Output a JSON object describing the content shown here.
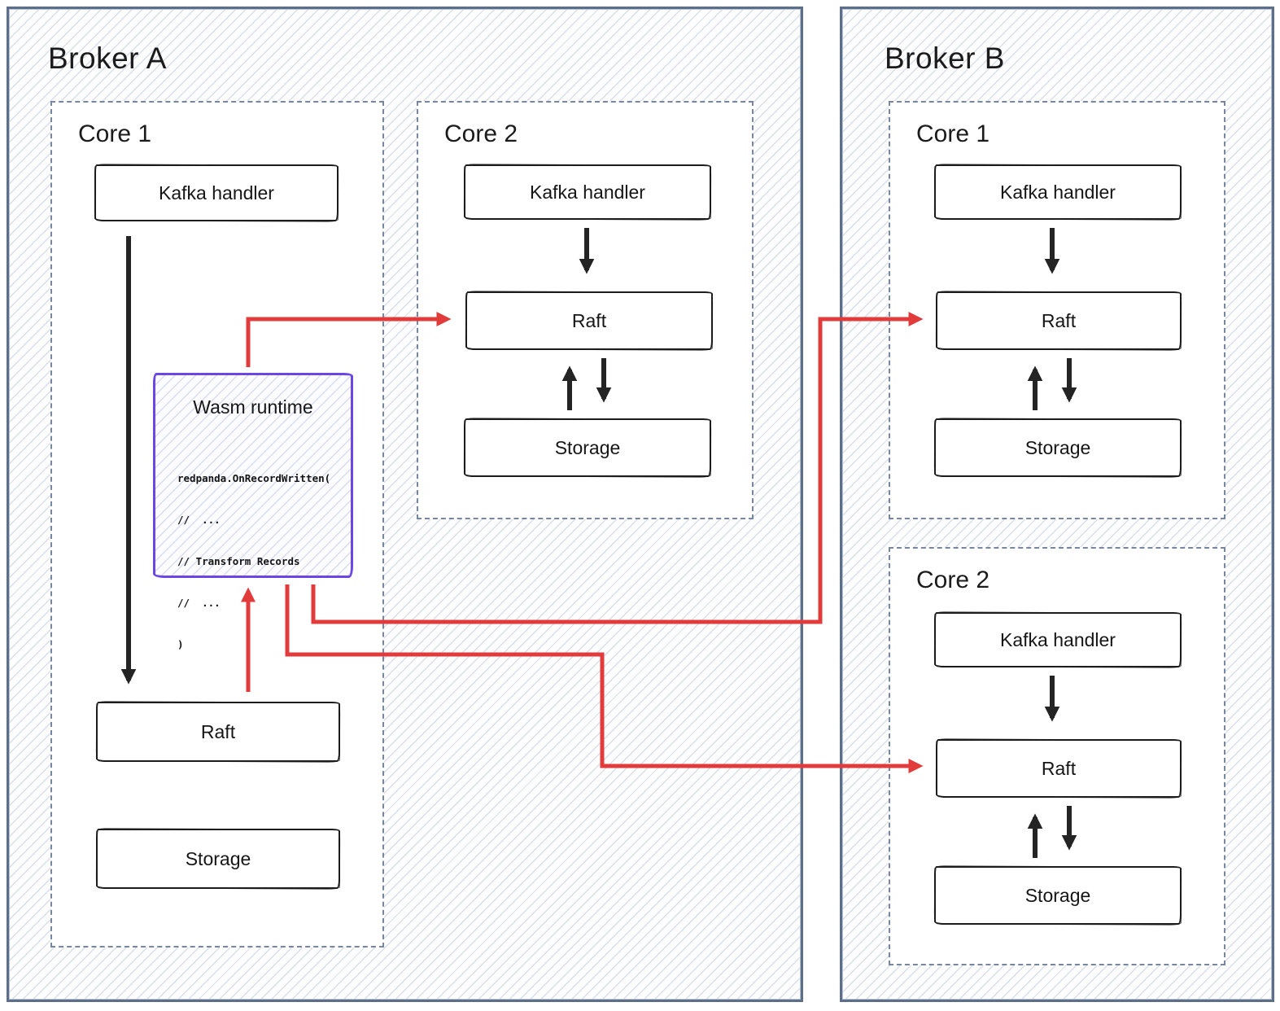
{
  "colors": {
    "accent_red": "#e23b3b",
    "wasm_purple": "#6c47e5",
    "broker_border": "#5d6e88",
    "core_border_dashed": "#76879f",
    "box_border": "#1c1c1c",
    "hatch_line": "#cdd6e4"
  },
  "broker_a": {
    "title": "Broker A",
    "core1": {
      "title": "Core 1",
      "kafka_label": "Kafka handler",
      "raft_label": "Raft",
      "storage_label": "Storage",
      "wasm": {
        "title": "Wasm runtime",
        "code_lines": [
          "redpanda.OnRecordWritten(",
          "//  ...",
          "// Transform Records",
          "//  ...",
          ")"
        ]
      }
    },
    "core2": {
      "title": "Core 2",
      "kafka_label": "Kafka handler",
      "raft_label": "Raft",
      "storage_label": "Storage"
    }
  },
  "broker_b": {
    "title": "Broker B",
    "core1": {
      "title": "Core 1",
      "kafka_label": "Kafka handler",
      "raft_label": "Raft",
      "storage_label": "Storage"
    },
    "core2": {
      "title": "Core 2",
      "kafka_label": "Kafka handler",
      "raft_label": "Raft",
      "storage_label": "Storage"
    }
  },
  "connections": [
    {
      "from": "broker_a.core1.kafka",
      "to": "broker_a.core1.raft",
      "color": "black"
    },
    {
      "from": "broker_a.core1.raft",
      "to": "broker_a.core1.wasm",
      "color": "red"
    },
    {
      "from": "broker_a.core1.wasm",
      "to": "broker_a.core2.raft",
      "color": "red"
    },
    {
      "from": "broker_a.core1.wasm",
      "to": "broker_b.core1.raft",
      "color": "red"
    },
    {
      "from": "broker_a.core1.wasm",
      "to": "broker_b.core2.raft",
      "color": "red"
    },
    {
      "from": "broker_a.core2.kafka",
      "to": "broker_a.core2.raft",
      "color": "black"
    },
    {
      "from": "broker_a.core2.raft",
      "to": "broker_a.core2.storage",
      "color": "black",
      "bidirectional": true
    },
    {
      "from": "broker_b.core1.kafka",
      "to": "broker_b.core1.raft",
      "color": "black"
    },
    {
      "from": "broker_b.core1.raft",
      "to": "broker_b.core1.storage",
      "color": "black",
      "bidirectional": true
    },
    {
      "from": "broker_b.core2.kafka",
      "to": "broker_b.core2.raft",
      "color": "black"
    },
    {
      "from": "broker_b.core2.raft",
      "to": "broker_b.core2.storage",
      "color": "black",
      "bidirectional": true
    }
  ]
}
